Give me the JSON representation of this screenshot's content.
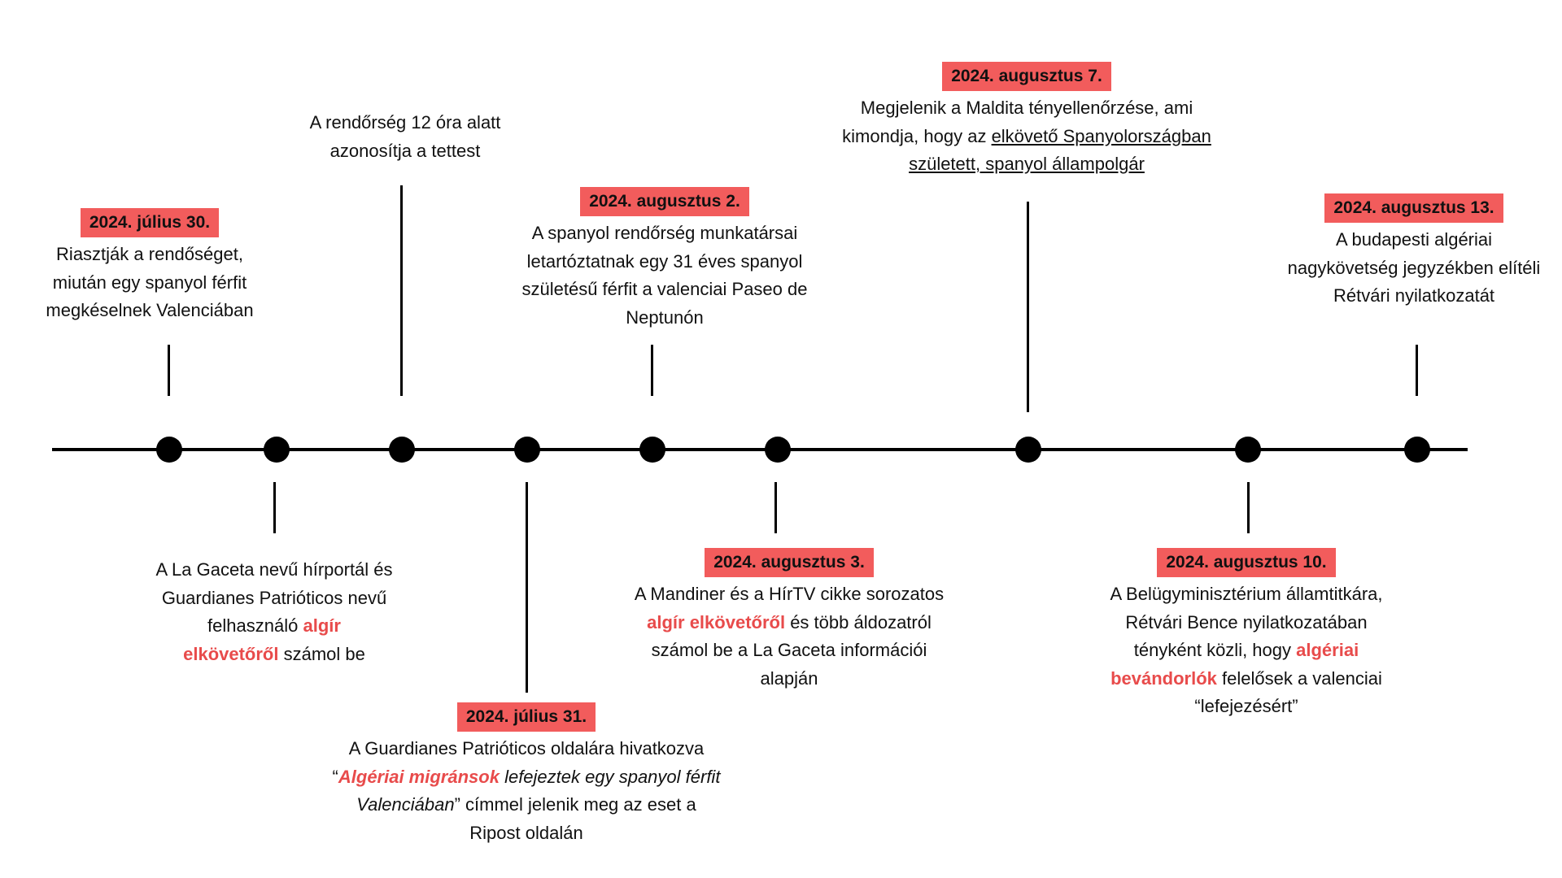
{
  "events": {
    "jul30": {
      "date": "2024. július 30.",
      "lines": [
        "Riasztják a rendőséget,",
        "miután egy spanyol férfit",
        "megkéselnek Valenciában"
      ]
    },
    "police12h": {
      "lines": [
        "A rendőrség 12 óra alatt",
        "azonosítja a tettest"
      ]
    },
    "aug2": {
      "date": "2024. augusztus 2.",
      "lines": [
        "A spanyol rendőrség munkatársai",
        "letartóztatnak egy 31 éves spanyol",
        "születésű férfit a valenciai Paseo de",
        "Neptunón"
      ]
    },
    "aug7": {
      "date": "2024. augusztus 7.",
      "line1": "Megjelenik a Maldita tényellenőrzése, ami",
      "line2_a": "kimondja, hogy az ",
      "line2_b": "elkövető Spanyolországban",
      "line3": "született, spanyol állampolgár"
    },
    "aug13": {
      "date": "2024. augusztus 13.",
      "lines": [
        "A budapesti algériai",
        "nagykövetség jegyzékben elítéli",
        "Rétvári nyilatkozatát"
      ]
    },
    "lagaceta": {
      "line1": "A La Gaceta nevű hírportál és",
      "line2": "Guardianes Patrióticos nevű",
      "line3_a": "felhasználó ",
      "line3_hl": "algír",
      "line4_hl": "elkövetőről",
      "line4_b": " számol be"
    },
    "jul31": {
      "date": "2024. július 31.",
      "line1": "A Guardianes Patrióticos oldalára hivatkozva",
      "line2_q": "“",
      "line2_hl": "Algériai migránsok",
      "line2_it": " lefejeztek egy spanyol férfit",
      "line3_it": "Valenciában",
      "line3_b": "” címmel jelenik meg az eset a",
      "line4": "Ripost oldalán"
    },
    "aug3": {
      "date": "2024. augusztus 3.",
      "line1": "A Mandiner és  a HírTV cikke sorozatos",
      "line2_hl": "algír elkövetőről",
      "line2_b": " és több áldozatról",
      "line3": "számol be a La Gaceta információi",
      "line4": "alapján"
    },
    "aug10": {
      "date": "2024. augusztus 10.",
      "line1": "A Belügyminisztérium államtitkára,",
      "line2": "Rétvári Bence nyilatkozatában",
      "line3_a": "tényként közli, hogy ",
      "line3_hl": "algériai",
      "line4_hl": "bevándorlók",
      "line4_b": " felelősek a valenciai",
      "line5": "“lefejezésért”"
    }
  }
}
